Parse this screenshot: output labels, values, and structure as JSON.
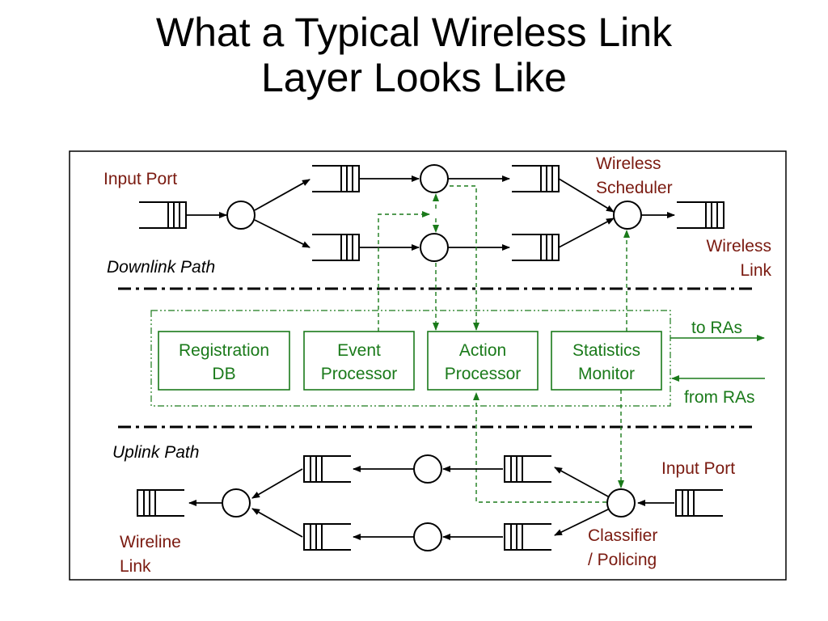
{
  "title": {
    "line1": "What a Typical Wireless Link",
    "line2": "Layer Looks Like"
  },
  "labels": {
    "input_port_top": "Input Port",
    "downlink_path": "Downlink Path",
    "wireless_scheduler_1": "Wireless",
    "wireless_scheduler_2": "Scheduler",
    "wireless_link_1": "Wireless",
    "wireless_link_2": "Link",
    "to_ras": "to RAs",
    "from_ras": "from RAs",
    "uplink_path": "Uplink Path",
    "input_port_bottom": "Input Port",
    "wireline_link_1": "Wireline",
    "wireline_link_2": "Link",
    "classifier_1": "Classifier",
    "classifier_2": "/ Policing"
  },
  "blocks": [
    {
      "line1": "Registration",
      "line2": "DB"
    },
    {
      "line1": "Event",
      "line2": "Processor"
    },
    {
      "line1": "Action",
      "line2": "Processor"
    },
    {
      "line1": "Statistics",
      "line2": "Monitor"
    }
  ],
  "colors": {
    "label": "#7a1a10",
    "control": "#1a7a1a",
    "line": "#000000"
  }
}
